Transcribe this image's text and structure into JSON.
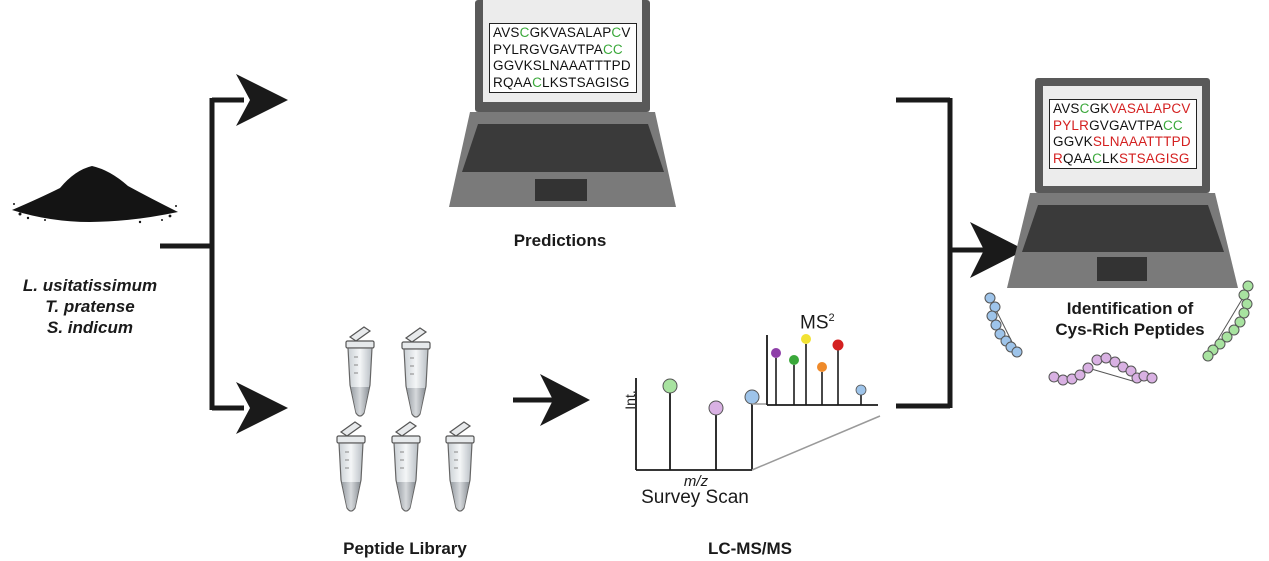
{
  "species": [
    "L. usitatissimum",
    "T. pratense",
    "S. indicum"
  ],
  "labels": {
    "predictions": "Predictions",
    "peptide_library": "Peptide Library",
    "lcmsms": "LC-MS/MS",
    "identification_line1": "Identification of",
    "identification_line2": "Cys-Rich Peptides"
  },
  "spectrum": {
    "y_axis": "Int.",
    "x_axis": "m/z",
    "survey_scan": "Survey Scan",
    "ms2": "MS",
    "ms2_sup": "2"
  },
  "prediction_sequences": [
    [
      {
        "t": "AVS",
        "c": "k"
      },
      {
        "t": "C",
        "c": "g"
      },
      {
        "t": "GKVASALAP",
        "c": "k"
      },
      {
        "t": "C",
        "c": "g"
      },
      {
        "t": "V",
        "c": "k"
      }
    ],
    [
      {
        "t": "PYLRGVGAVTPA",
        "c": "k"
      },
      {
        "t": "CC",
        "c": "g"
      }
    ],
    [
      {
        "t": "GGVKSLNAAATTTPD",
        "c": "k"
      }
    ],
    [
      {
        "t": "RQAA",
        "c": "k"
      },
      {
        "t": "C",
        "c": "g"
      },
      {
        "t": "LKSTSAGISG",
        "c": "k"
      }
    ]
  ],
  "identified_sequences": [
    [
      {
        "t": "AVS",
        "c": "k"
      },
      {
        "t": "C",
        "c": "g"
      },
      {
        "t": "GK",
        "c": "k"
      },
      {
        "t": "VASALAPCV",
        "c": "r"
      }
    ],
    [
      {
        "t": "PYLR",
        "c": "r"
      },
      {
        "t": "GVGAVTPA",
        "c": "k"
      },
      {
        "t": "CC",
        "c": "g"
      }
    ],
    [
      {
        "t": "GGVK",
        "c": "k"
      },
      {
        "t": "SLNAAATTTPD",
        "c": "r"
      }
    ],
    [
      {
        "t": "R",
        "c": "r"
      },
      {
        "t": "QAA",
        "c": "k"
      },
      {
        "t": "C",
        "c": "g"
      },
      {
        "t": "LK",
        "c": "k"
      },
      {
        "t": "STSAGISG",
        "c": "r"
      }
    ]
  ],
  "colors": {
    "green": "#3aa83a",
    "red": "#d42020",
    "purple": "#c88fd6",
    "blue": "#8fb9e3",
    "yellow": "#f2e233",
    "orange": "#ef8a2a",
    "violet": "#8e3fa8",
    "laptop_dark": "#3b3b3b",
    "laptop_mid": "#5a5a5a"
  }
}
